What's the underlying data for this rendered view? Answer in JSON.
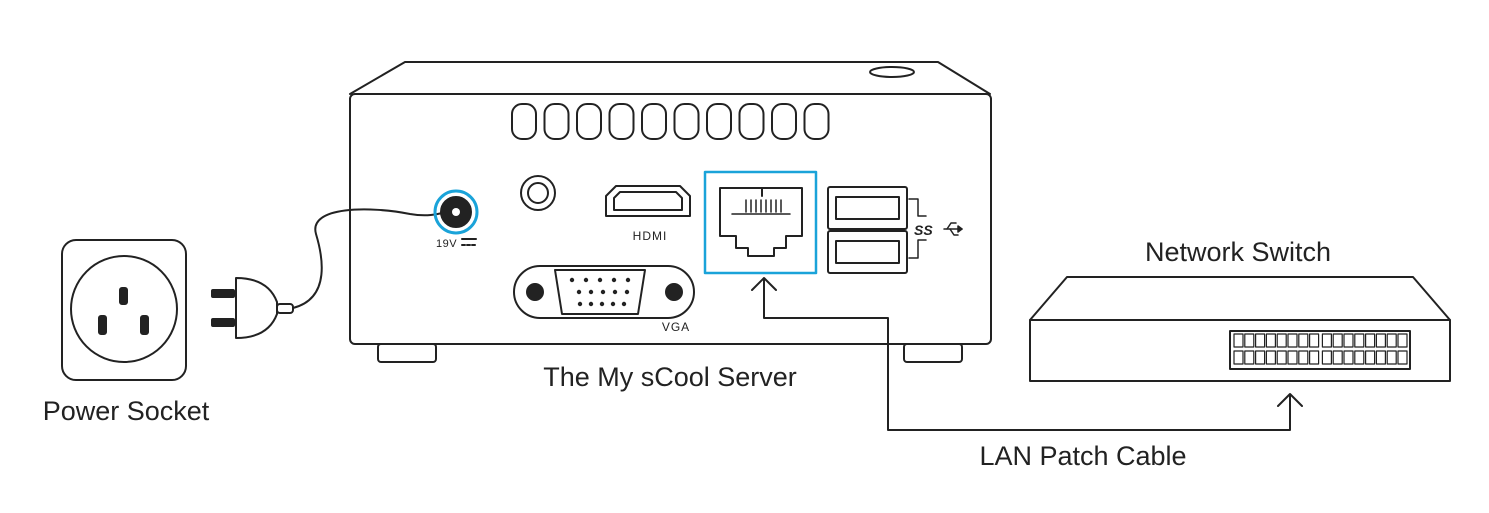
{
  "labels": {
    "power_socket": "Power Socket",
    "server": "The My sCool Server",
    "network_switch": "Network Switch",
    "lan_cable": "LAN Patch Cable",
    "hdmi": "HDMI",
    "vga": "VGA",
    "voltage": "19V",
    "usb_ss": "SS"
  },
  "colors": {
    "line": "#222222",
    "highlight": "#1aa3d9",
    "background": "#ffffff"
  },
  "icons": [
    "power-plug-icon",
    "usb-icon"
  ]
}
